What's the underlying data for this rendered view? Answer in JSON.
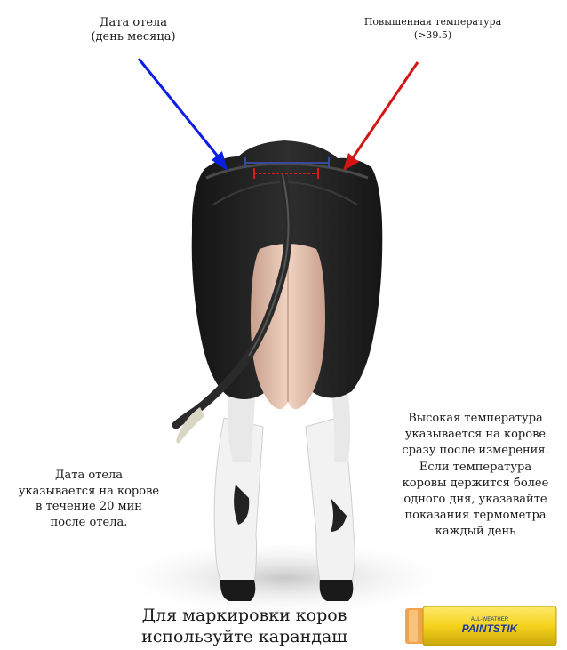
{
  "top_left_label": [
    "Дата отела",
    "(день месяца)"
  ],
  "top_right_label": [
    "Повышенная температура",
    "(>39.5)"
  ],
  "left_text": [
    "Дата отела",
    "указывается на корове",
    "в течение 20 мин",
    "после отела."
  ],
  "right_text": [
    "Высокая температура",
    "указывается на корове",
    "сразу после измерения.",
    "Если температура",
    "коровы держится более",
    "одного дня, указавайте",
    "показания термометра",
    "каждый день"
  ],
  "bottom_caption": [
    "Для маркировки коров",
    "используйте карандаш"
  ],
  "crayon": {
    "brand_small": "ALL-WEATHER",
    "brand": "PAINTSTIK"
  },
  "colors": {
    "blue_arrow": "#0a1ee6",
    "red_arrow": "#d61414",
    "blue_mark": "#3a4a9a",
    "red_mark": "#d81a1a"
  }
}
